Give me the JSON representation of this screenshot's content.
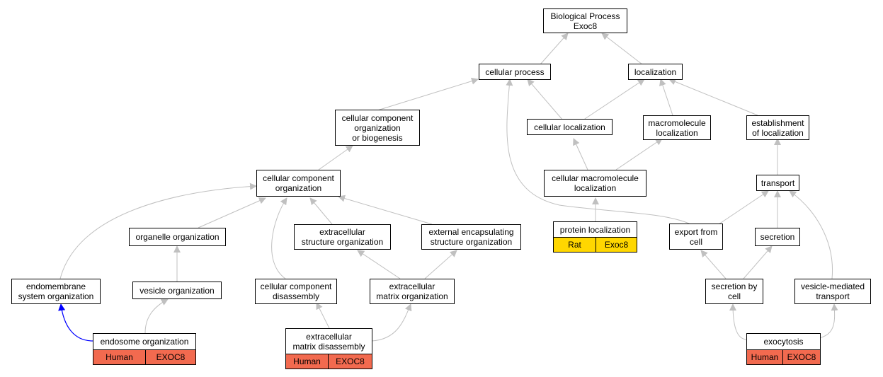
{
  "colors": {
    "edge": "#c0c0c0",
    "highlight_edge": "#0000ff",
    "human_annotation": "#f26a4f",
    "rat_annotation": "#ffd700"
  },
  "nodes": {
    "biological_process_root": "Biological Process\nExoc8",
    "cellular_process": "cellular process",
    "localization": "localization",
    "cellular_component_org_or_biogenesis": "cellular component\norganization\nor biogenesis",
    "cellular_localization": "cellular localization",
    "macromolecule_localization": "macromolecule\nlocalization",
    "establishment_of_localization": "establishment\nof localization",
    "cellular_component_organization": "cellular component\norganization",
    "cellular_macromolecule_localization": "cellular macromolecule\nlocalization",
    "transport": "transport",
    "organelle_organization": "organelle organization",
    "extracellular_structure_organization": "extracellular\nstructure organization",
    "external_encapsulating_structure_organization": "external encapsulating\nstructure organization",
    "protein_localization": "protein localization",
    "export_from_cell": "export from\ncell",
    "secretion": "secretion",
    "endomembrane_system_organization": "endomembrane\nsystem organization",
    "vesicle_organization": "vesicle organization",
    "cellular_component_disassembly": "cellular component\ndisassembly",
    "extracellular_matrix_organization": "extracellular\nmatrix organization",
    "secretion_by_cell": "secretion by\ncell",
    "vesicle_mediated_transport": "vesicle-mediated\ntransport",
    "endosome_organization": "endosome organization",
    "extracellular_matrix_disassembly": "extracellular\nmatrix disassembly",
    "exocytosis": "exocytosis"
  },
  "annotations": {
    "endosome_organization": {
      "species": "Human",
      "gene": "EXOC8"
    },
    "extracellular_matrix_disassembly": {
      "species": "Human",
      "gene": "EXOC8"
    },
    "protein_localization": {
      "species": "Rat",
      "gene": "Exoc8"
    },
    "exocytosis": {
      "species": "Human",
      "gene": "EXOC8"
    }
  }
}
